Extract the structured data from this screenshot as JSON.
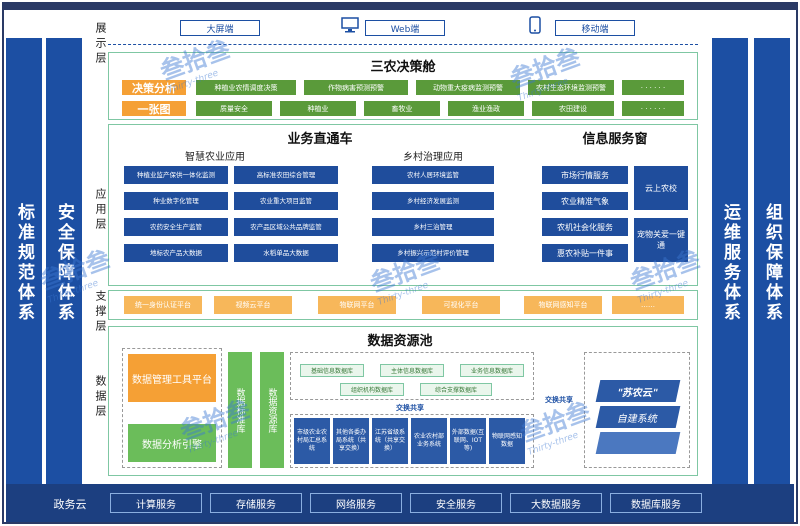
{
  "left_sides": [
    "标准规范体系",
    "安全保障体系"
  ],
  "right_sides": [
    "运维服务体系",
    "组织保障体系"
  ],
  "layers": {
    "display": "展示层",
    "application": "应用层",
    "support": "支撑层",
    "data": "数据层"
  },
  "devices": [
    "大屏端",
    "Web端",
    "移动端"
  ],
  "decision": {
    "title": "三农决策舱",
    "tag1": "决策分析",
    "tag2": "一张图",
    "row1": [
      "种植业农情调度决策",
      "作物病害预测预警",
      "动物重大疫病监测预警",
      "农村生态环境监测预警",
      "· · · · · ·"
    ],
    "row2": [
      "质量安全",
      "种植业",
      "畜牧业",
      "渔业渔政",
      "农田建设",
      "· · · · · ·"
    ]
  },
  "business": {
    "title": "业务直通车",
    "smart_title": "智慧农业应用",
    "smart_left": [
      "种植业监产保供一体化监测",
      "种业数字化管理",
      "农药安全生产监管",
      "地标农产品大数据"
    ],
    "smart_right": [
      "高标准农田综合管理",
      "农业重大项目监管",
      "农产品区域公共品牌监管",
      "水稻单品大数据"
    ],
    "rural_title": "乡村治理应用",
    "rural": [
      "农村人居环境监管",
      "乡村经济发展监测",
      "乡村三治管理",
      "乡村振兴示范村评价管理"
    ]
  },
  "info": {
    "title": "信息服务窗",
    "left": [
      "市场行情服务",
      "农业精准气象",
      "农机社会化服务",
      "惠农补贴一件事"
    ],
    "right": [
      "云上农校",
      "宠物关爱一键通"
    ]
  },
  "support": [
    "统一身份认证平台",
    "视频云平台",
    "物联网平台",
    "可视化平台",
    "物联网感知平台",
    "……"
  ],
  "data_pool": {
    "title": "数据资源池",
    "tool": "数据管理工具平台",
    "analysis": "数据分析引擎",
    "db1": "数据标准库",
    "db2": "数据资源库",
    "tags_row1": [
      "基础信息数据库",
      "主体信息数据库",
      "业务信息数据库"
    ],
    "tags_row2": [
      "组织机构数据库",
      "综合支撑数据库"
    ],
    "exchange": "交换共享",
    "exchange2": "交换共享",
    "sources": [
      "市级农业农村局汇总系统",
      "其他各委办局系统（共享交换）",
      "江苏省级系统（共享交换）",
      "农业农村部业务系统",
      "外部数据(互联网、IOT等)",
      "物联网感知数据"
    ],
    "cloud": "\"苏农云\"",
    "self": "自建系统"
  },
  "bottom": {
    "gov": "政务云",
    "services": [
      "计算服务",
      "存储服务",
      "网络服务",
      "安全服务",
      "大数据服务",
      "数据库服务"
    ]
  },
  "watermarks": [
    "叁拾叁",
    "Thirty-three"
  ],
  "colors": {
    "primary": "#1c4fa3",
    "green": "#5a9a3a",
    "orange": "#f5a035",
    "border": "#7fc7a3"
  }
}
